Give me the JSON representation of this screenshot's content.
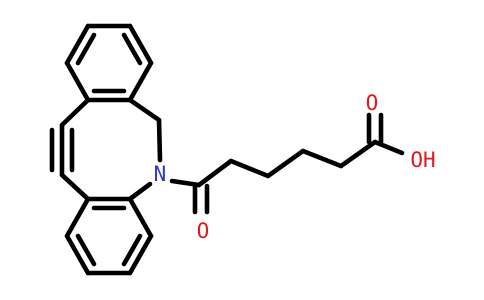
{
  "molecule": {
    "colors": {
      "bond": "#000000",
      "nitrogen": "#3333cc",
      "oxygen": "#e0191e"
    },
    "labels": {
      "nitrogen": "N",
      "amide_oxygen": "O",
      "carbonyl_oxygen": "O",
      "hydroxyl": "OH"
    }
  }
}
